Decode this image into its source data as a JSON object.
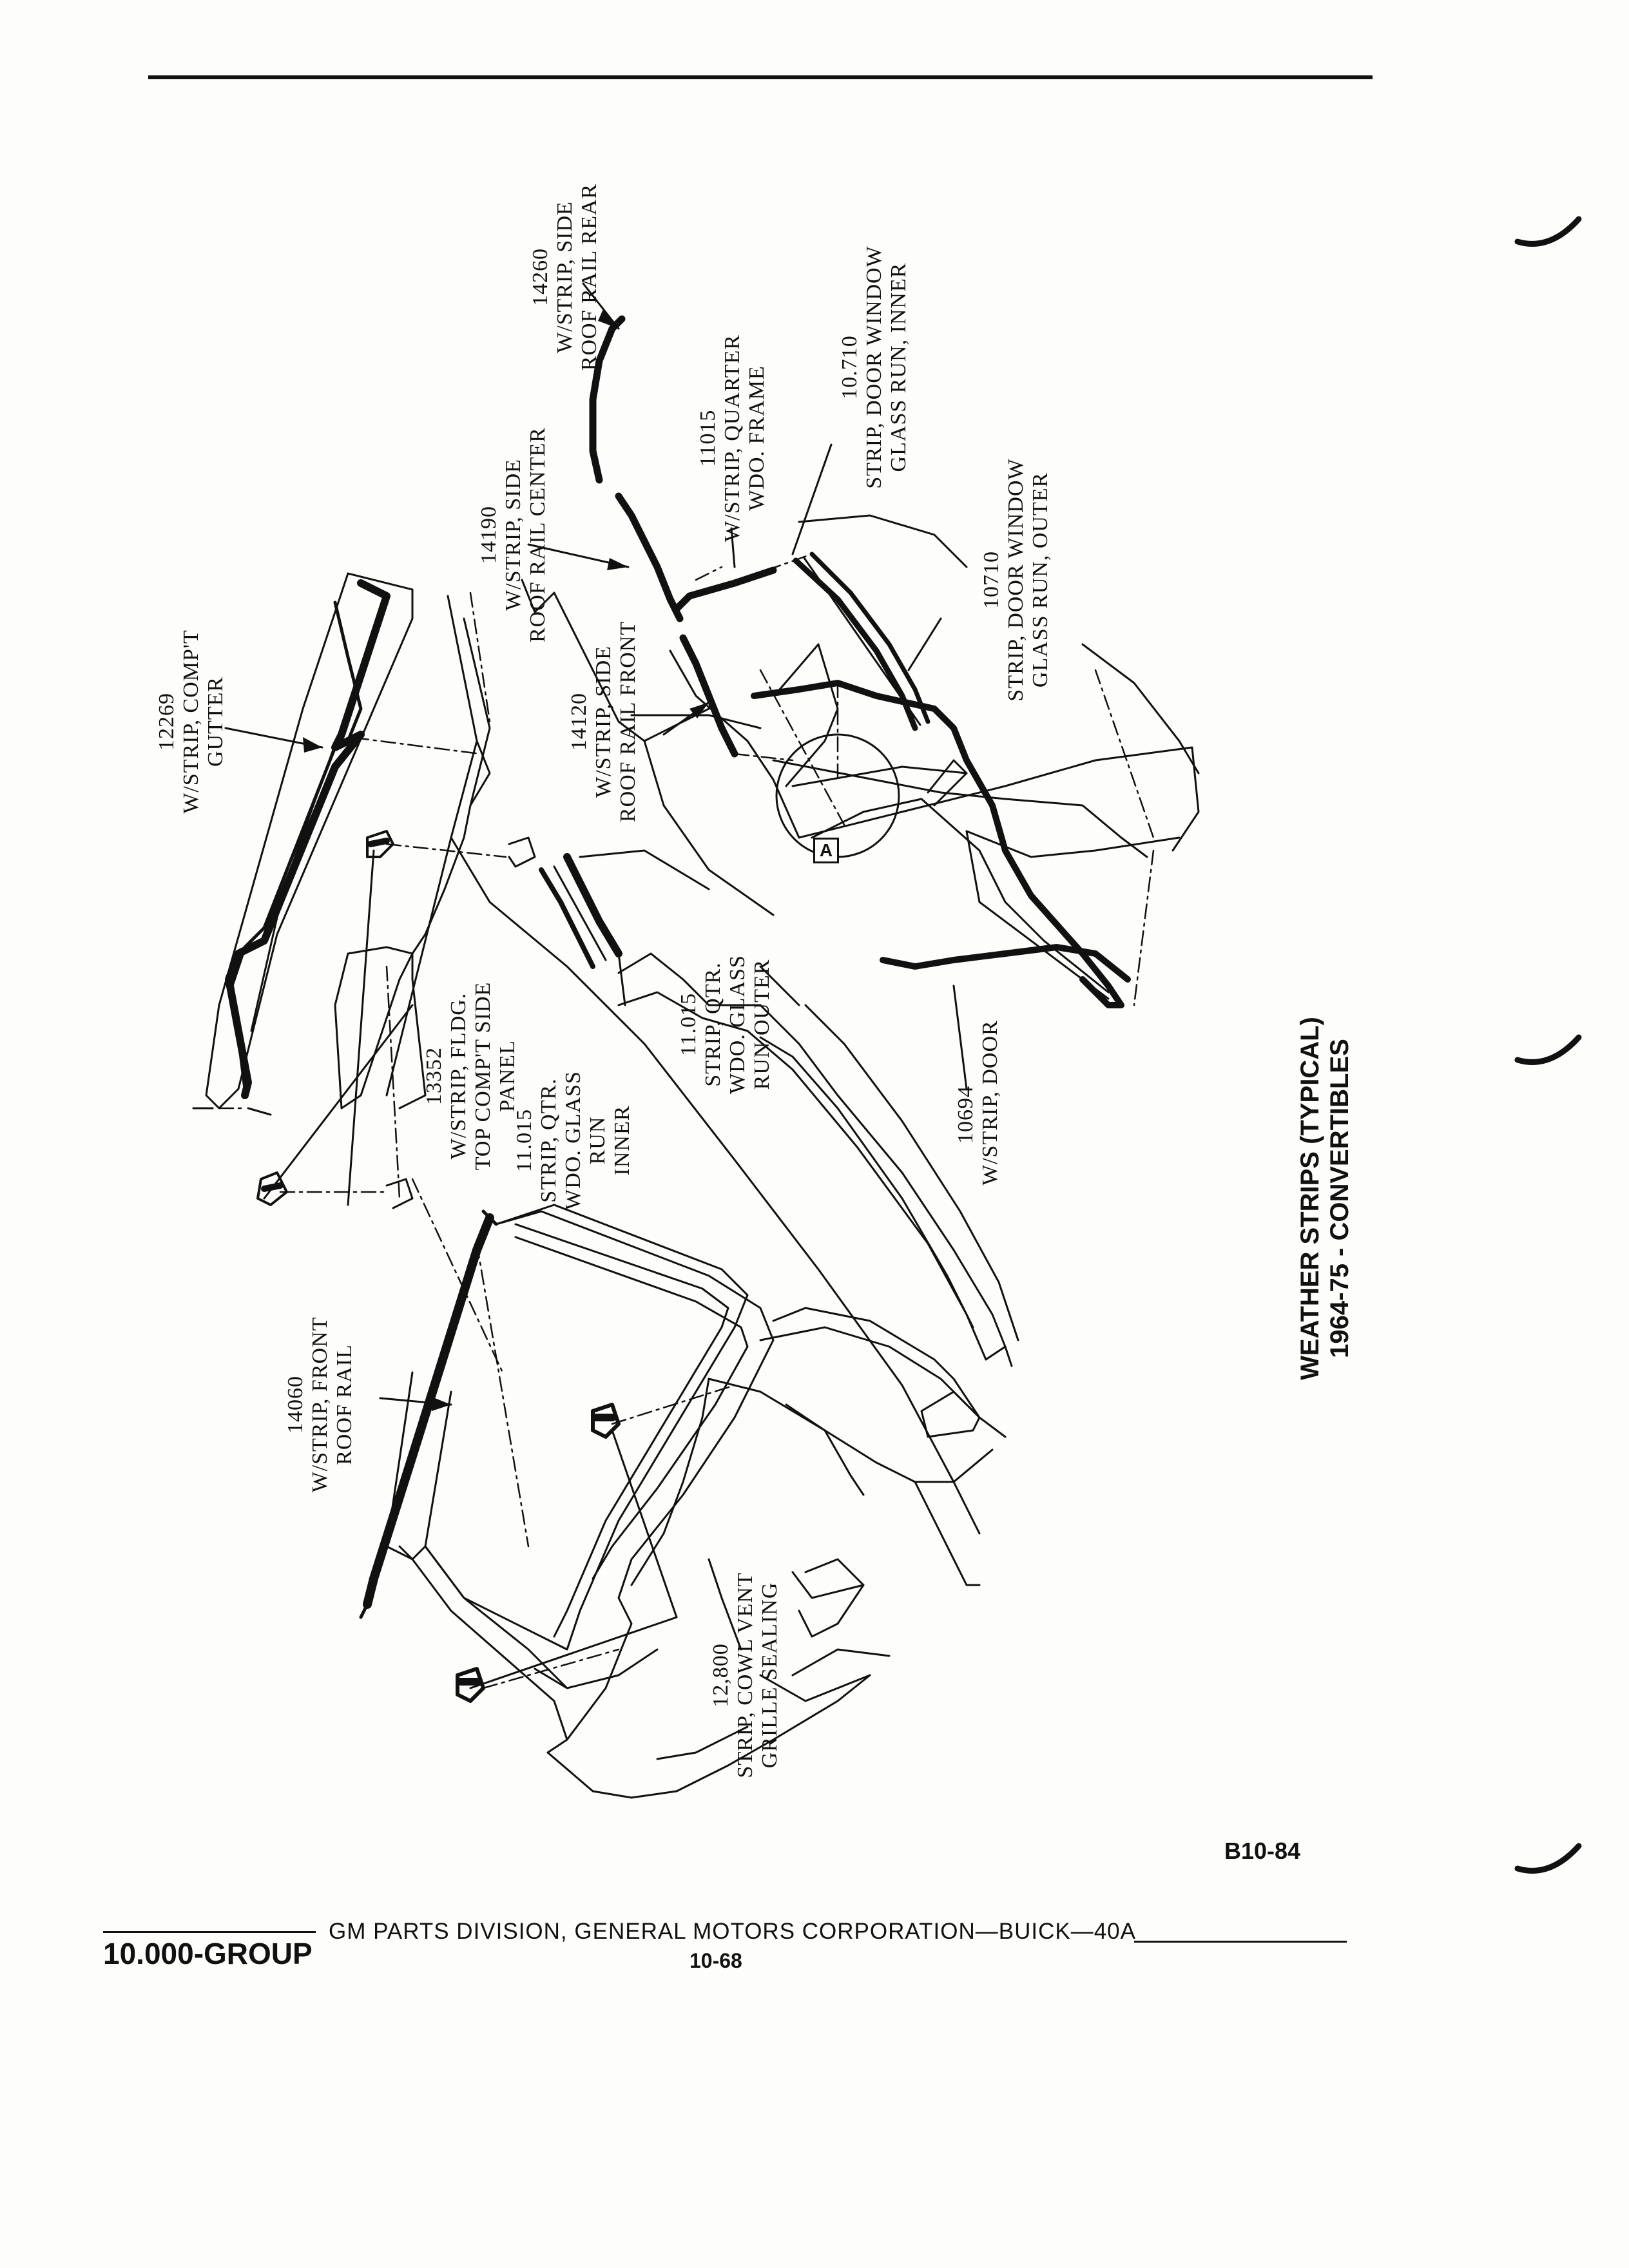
{
  "callouts": [
    {
      "number": "12269",
      "lines": [
        "W/STRIP, COMP'T",
        "GUTTER"
      ]
    },
    {
      "number": "14190",
      "lines": [
        "W/STRIP, SIDE",
        "ROOF RAIL CENTER"
      ]
    },
    {
      "number": "14260",
      "lines": [
        "W/STRIP, SIDE",
        "ROOF RAIL REAR"
      ]
    },
    {
      "number": "11015",
      "lines": [
        "W/STRIP, QUARTER",
        "WDO. FRAME"
      ]
    },
    {
      "number": "10.710",
      "lines": [
        "STRIP, DOOR WINDOW",
        "GLASS RUN, INNER"
      ]
    },
    {
      "number": "10710",
      "lines": [
        "STRIP, DOOR WINDOW",
        "GLASS RUN, OUTER"
      ]
    },
    {
      "number": "14120",
      "lines": [
        "W/STRIP, SIDE",
        "ROOF RAIL FRONT"
      ]
    },
    {
      "number": "13352",
      "lines": [
        "W/STRIP, FLDG.",
        "TOP COMP'T SIDE",
        "PANEL"
      ]
    },
    {
      "number": "11.015",
      "lines": [
        "STRIP, QTR.",
        "WDO. GLASS",
        "RUN",
        "INNER"
      ]
    },
    {
      "number": "11.015",
      "lines": [
        "STRIP, QTR.",
        "WDO. GLASS",
        "RUN OUTER"
      ]
    },
    {
      "number": "10694",
      "lines": [
        "W/STRIP, DOOR"
      ]
    },
    {
      "number": "14060",
      "lines": [
        "W/STRIP, FRONT",
        "ROOF RAIL"
      ]
    },
    {
      "number": "12,800",
      "lines": [
        "STRIP, COWL VENT",
        "GRILLE SEALING"
      ]
    }
  ],
  "detail_marker": "A",
  "caption": {
    "line1": "WEATHER STRIPS (TYPICAL)",
    "line2": "1964-75 - CONVERTIBLES"
  },
  "figure_ref": "B10-84",
  "footer": {
    "group": "10.000-GROUP",
    "publisher": "GM PARTS DIVISION, GENERAL MOTORS CORPORATION—BUICK—40A",
    "page": "10-68"
  },
  "colors": {
    "ink": "#111111",
    "paper": "#fdfdfb"
  }
}
